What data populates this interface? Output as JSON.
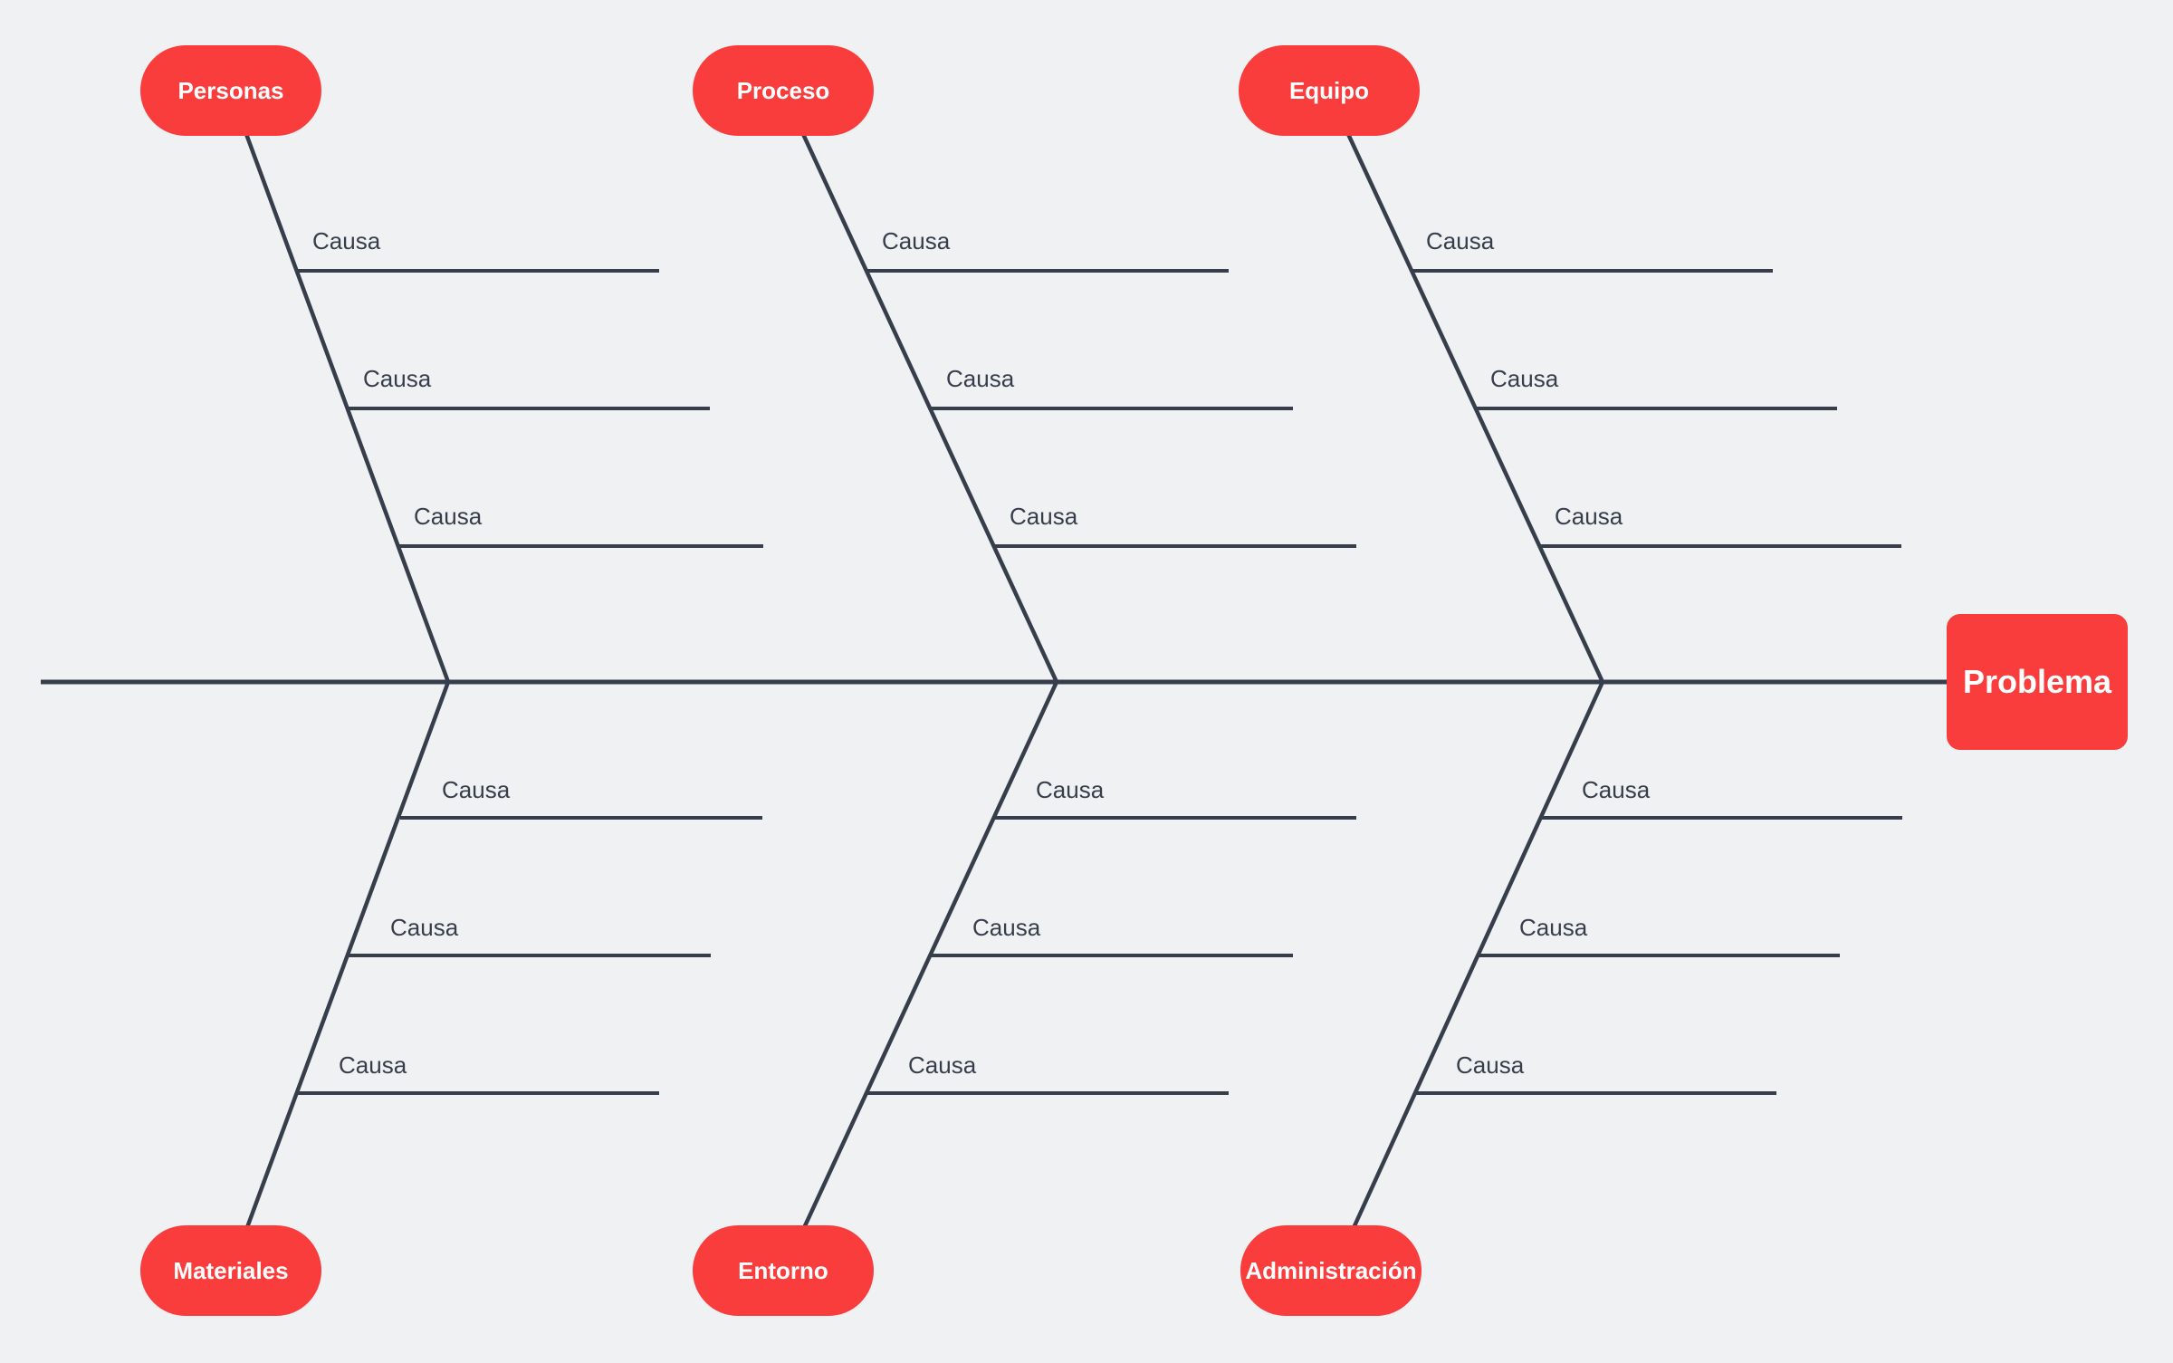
{
  "diagram": {
    "kind": "fishbone-ishikawa",
    "background_color": "#f0f1f3",
    "line_color": "#363e4c",
    "node_color": "#f93c3c",
    "node_text_color": "#ffffff",
    "cause_text_color": "#363e4c"
  },
  "problem": {
    "label": "Problema"
  },
  "categories": [
    {
      "label": "Personas",
      "side": "top",
      "causes": [
        "Causa",
        "Causa",
        "Causa"
      ]
    },
    {
      "label": "Proceso",
      "side": "top",
      "causes": [
        "Causa",
        "Causa",
        "Causa"
      ]
    },
    {
      "label": "Equipo",
      "side": "top",
      "causes": [
        "Causa",
        "Causa",
        "Causa"
      ]
    },
    {
      "label": "Materiales",
      "side": "bottom",
      "causes": [
        "Causa",
        "Causa",
        "Causa"
      ]
    },
    {
      "label": "Entorno",
      "side": "bottom",
      "causes": [
        "Causa",
        "Causa",
        "Causa"
      ]
    },
    {
      "label": "Administración",
      "side": "bottom",
      "causes": [
        "Causa",
        "Causa",
        "Causa"
      ]
    }
  ]
}
